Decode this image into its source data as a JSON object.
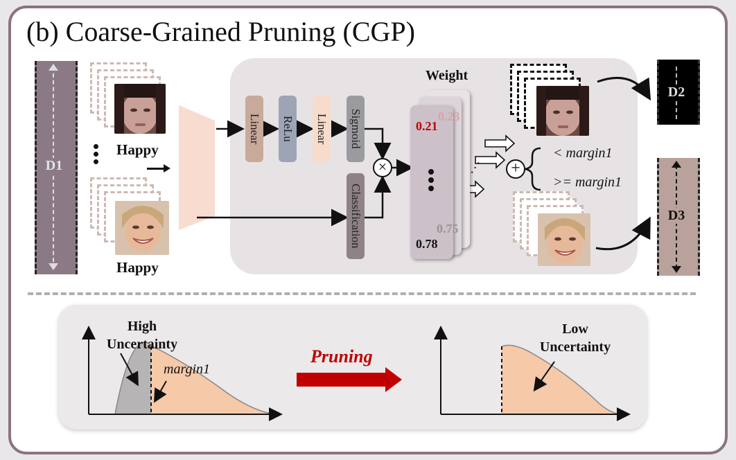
{
  "title": "(b) Coarse-Grained Pruning (CGP)",
  "datasets": {
    "d1": "D1",
    "d2": "D2",
    "d3": "D3"
  },
  "images": {
    "top_label": "Happy",
    "bottom_label": "Happy"
  },
  "layers": [
    "Linear",
    "ReLu",
    "Linear",
    "Sigmoid",
    "Classification"
  ],
  "weights": {
    "title": "Weight",
    "front_top": "0.21",
    "back_top": "0.23",
    "front_bottom": "0.78",
    "back_bottom": "0.75"
  },
  "conditions": {
    "below": "< margin1",
    "above": ">= margin1"
  },
  "bottom": {
    "left_label": "High\nUncertainty",
    "margin_label": "margin1",
    "arrow_label": "Pruning",
    "right_label": "Low\nUncertainty"
  },
  "colors": {
    "frame": "#8a7480",
    "d1": "#8b7a85",
    "d2": "#000000",
    "d3": "#b9a29b",
    "linear1": "#c9a99a",
    "relu": "#9da4b5",
    "linear2": "#f7dccb",
    "sigmoid": "#9b9b9f",
    "classification": "#8f8286",
    "distribution": "#f6c9a9",
    "pruned": "#b7b4b6",
    "pruning_arrow": "#c00000"
  }
}
